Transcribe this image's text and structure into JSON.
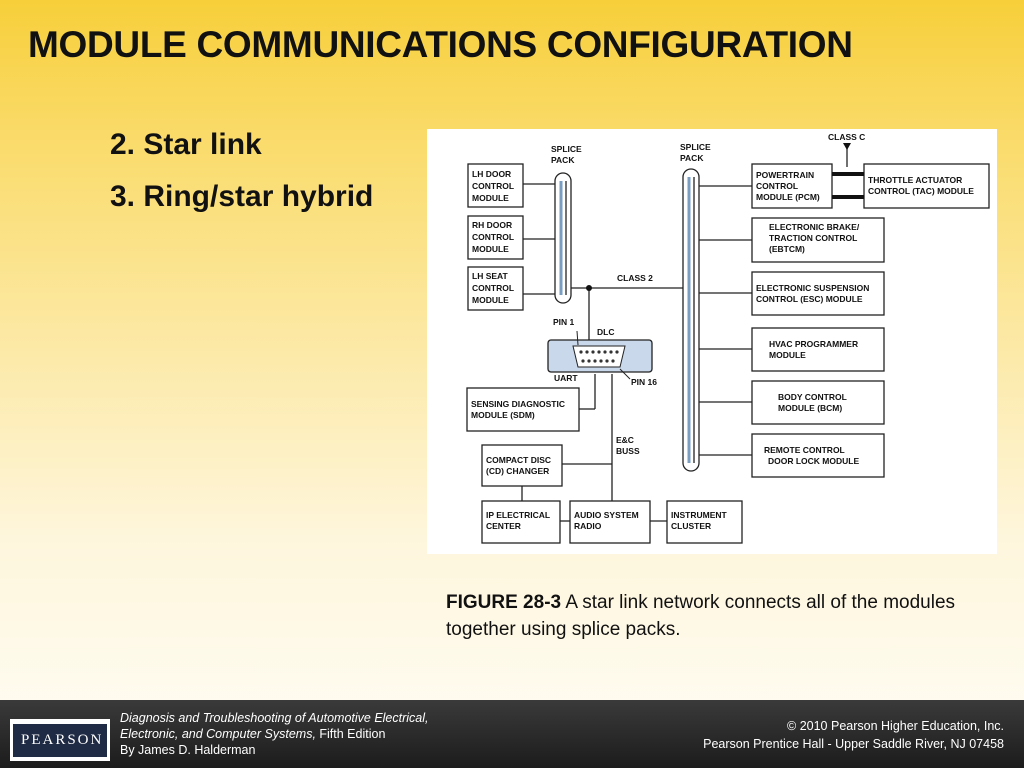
{
  "slide": {
    "title": "MODULE COMMUNICATIONS CONFIGURATION",
    "bullets": [
      "2. Star link",
      "3. Ring/star hybrid"
    ]
  },
  "diagram": {
    "splice_pack_left": [
      "SPLICE",
      "PACK"
    ],
    "splice_pack_right": [
      "SPLICE",
      "PACK"
    ],
    "class_c": "CLASS C",
    "class_2": "CLASS 2",
    "pin1": "PIN 1",
    "pin16": "PIN 16",
    "dlc": "DLC",
    "uart": "UART",
    "ec_buss": [
      "E&C",
      "BUSS"
    ],
    "left_modules": {
      "lh_door": [
        "LH DOOR",
        "CONTROL",
        "MODULE"
      ],
      "rh_door": [
        "RH DOOR",
        "CONTROL",
        "MODULE"
      ],
      "lh_seat": [
        "LH SEAT",
        "CONTROL",
        "MODULE"
      ]
    },
    "right_modules": {
      "pcm": [
        "POWERTRAIN",
        "CONTROL",
        "MODULE (PCM)"
      ],
      "tac": [
        "THROTTLE ACTUATOR",
        "CONTROL (TAC) MODULE"
      ],
      "ebtcm": [
        "ELECTRONIC BRAKE/",
        "TRACTION CONTROL",
        "(EBTCM)"
      ],
      "esc": [
        "ELECTRONIC SUSPENSION",
        "CONTROL (ESC) MODULE"
      ],
      "hvac": [
        "HVAC PROGRAMMER",
        "MODULE"
      ],
      "bcm": [
        "BODY CONTROL",
        "MODULE (BCM)"
      ],
      "rcdl": [
        "REMOTE CONTROL",
        "DOOR LOCK MODULE"
      ]
    },
    "bottom_modules": {
      "sdm": [
        "SENSING DIAGNOSTIC",
        "MODULE (SDM)"
      ],
      "cd": [
        "COMPACT DISC",
        "(CD) CHANGER"
      ],
      "ip": [
        "IP ELECTRICAL",
        "CENTER"
      ],
      "audio": [
        "AUDIO SYSTEM",
        "RADIO"
      ],
      "cluster": [
        "INSTRUMENT",
        "CLUSTER"
      ]
    }
  },
  "caption": {
    "figure_number": "FIGURE 28-3",
    "text": " A star link network connects all of the modules together using splice packs."
  },
  "footer": {
    "logo": "PEARSON",
    "book_line1": "Diagnosis and Troubleshooting of Automotive Electrical,",
    "book_line2_italic": "Electronic, and Computer Systems,",
    "book_line2_rest": " Fifth Edition",
    "book_line3": "By James D. Halderman",
    "copyright_line1": "© 2010 Pearson Higher Education, Inc.",
    "copyright_line2": "Pearson Prentice Hall - Upper Saddle River, NJ 07458"
  }
}
